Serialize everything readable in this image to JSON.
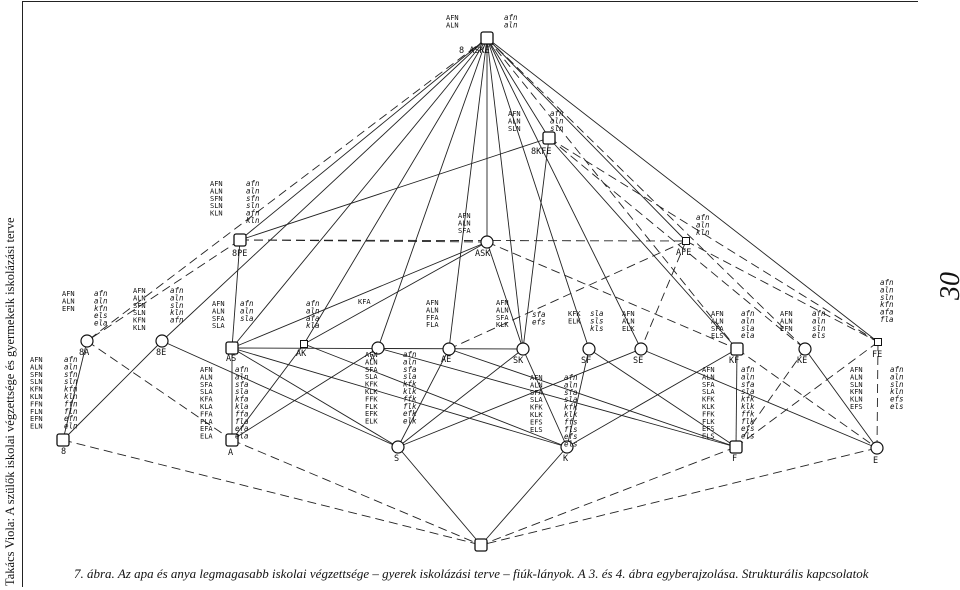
{
  "side_title": "Takács Viola: A szülők iskolai végzettsége és gyermekeik iskolázási terve",
  "page_number": "30",
  "caption": "7. ábra. Az apa és anya legmagasabb iskolai végzettsége – gyerek iskolázási terve – fiúk-lányok. A 3. és 4. ábra egyberajzolása. Strukturális kapcsolatok",
  "nodes": [
    {
      "id": "top",
      "label": "8 ASKE",
      "shape": "square",
      "attrs": [
        "AFN",
        "ALN"
      ],
      "objs": [
        "afn",
        "aln"
      ]
    },
    {
      "id": "skfe",
      "label": "8KFE",
      "shape": "square",
      "attrs": [
        "AFN",
        "ALN",
        "SLN"
      ],
      "objs": [
        "afn",
        "aln",
        "sln"
      ]
    },
    {
      "id": "spe",
      "label": "8PE",
      "shape": "square",
      "attrs": [
        "AFN",
        "ALN",
        "SFN",
        "SLN",
        "KLN"
      ],
      "objs": [
        "afn",
        "aln",
        "sfn",
        "sln",
        "afn",
        "kln"
      ]
    },
    {
      "id": "ask",
      "label": "ASK",
      "shape": "circle",
      "attrs": [
        "AFN",
        "ALN",
        "SFA"
      ],
      "objs": []
    },
    {
      "id": "afe",
      "label": "AFE",
      "shape": "small",
      "attrs": [],
      "objs": [
        "afn",
        "aln",
        "kln"
      ]
    },
    {
      "id": "fe",
      "label": "FE",
      "shape": "small",
      "attrs": [],
      "objs": [
        "afn",
        "aln",
        "sln",
        "kfn",
        "afa",
        "fla"
      ]
    },
    {
      "id": "sa",
      "label": "8A",
      "shape": "circle",
      "attrs": [
        "AFN",
        "ALN",
        "EFN"
      ],
      "objs": [
        "afn",
        "aln",
        "kfn",
        "els",
        "ela"
      ]
    },
    {
      "id": "se",
      "label": "8E",
      "shape": "circle",
      "attrs": [
        "AFN",
        "ALN",
        "SFN",
        "SLN",
        "KFN",
        "KLN"
      ],
      "objs": [
        "afn",
        "aln",
        "sln",
        "kln",
        "afn"
      ]
    },
    {
      "id": "as",
      "label": "AS",
      "shape": "square",
      "attrs": [
        "AFN",
        "ALN",
        "SFA",
        "SLA"
      ],
      "objs": [
        "afn",
        "aln",
        "sla"
      ]
    },
    {
      "id": "ak",
      "label": "AK",
      "shape": "small",
      "attrs": [],
      "objs": [
        "afn",
        "aln",
        "afa",
        "kla"
      ]
    },
    {
      "id": "ae",
      "label": "AE",
      "shape": "circle",
      "attrs": [
        "AFN",
        "ALN",
        "FFA",
        "FLA"
      ],
      "objs": []
    },
    {
      "id": "a",
      "label": "A",
      "shape": "circle",
      "attrs": [
        "KFA"
      ],
      "objs": []
    },
    {
      "id": "sk",
      "label": "SK",
      "shape": "circle",
      "attrs": [
        "AFN",
        "ALN",
        "SFA",
        "KLK"
      ],
      "objs": [
        "sfa",
        "efs"
      ]
    },
    {
      "id": "sf",
      "label": "SF",
      "shape": "circle",
      "attrs": [
        "KFK",
        "ELK"
      ],
      "objs": [
        "sla",
        "sls",
        "kls"
      ]
    },
    {
      "id": "sE",
      "label": "SE",
      "shape": "circle",
      "attrs": [
        "AFN",
        "ALN",
        "ELK"
      ],
      "objs": []
    },
    {
      "id": "kf",
      "label": "KF",
      "shape": "square",
      "attrs": [
        "AFN",
        "ALN",
        "SFA",
        "ELS"
      ],
      "objs": [
        "afn",
        "aln",
        "sla",
        "ela"
      ]
    },
    {
      "id": "ke",
      "label": "KE",
      "shape": "circle",
      "attrs": [
        "AFN",
        "ALN",
        "EFN"
      ],
      "objs": [
        "afn",
        "aln",
        "sln",
        "els"
      ]
    },
    {
      "id": "n8",
      "label": "8",
      "shape": "square",
      "attrs": [
        "AFN",
        "ALN",
        "SFN",
        "SLN",
        "KFN",
        "KLN",
        "FFN",
        "FLN",
        "EFN",
        "ELN"
      ],
      "objs": [
        "afn",
        "aln",
        "sfn",
        "sln",
        "kfn",
        "kln",
        "ffn",
        "fln",
        "efn",
        "eln"
      ]
    },
    {
      "id": "nA",
      "label": "A",
      "shape": "square",
      "attrs": [
        "AFN",
        "ALN",
        "SFA",
        "SLA",
        "KFA",
        "KLA",
        "FFA",
        "FLA",
        "EFA",
        "ELA"
      ],
      "objs": [
        "afn",
        "aln",
        "sfa",
        "sla",
        "kfa",
        "kla",
        "ffa",
        "fla",
        "efa",
        "ela"
      ]
    },
    {
      "id": "nS",
      "label": "S",
      "shape": "circle",
      "attrs": [
        "AFN",
        "ALN",
        "SFA",
        "SLA",
        "KFK",
        "KLK",
        "FFK",
        "FLK",
        "EFK",
        "ELK"
      ],
      "objs": [
        "afn",
        "aln",
        "sfa",
        "sla",
        "kfk",
        "klk",
        "ffk",
        "flk",
        "efk",
        "elk"
      ]
    },
    {
      "id": "nK",
      "label": "K",
      "shape": "circle",
      "attrs": [
        "AFN",
        "ALN",
        "SFA",
        "SLA",
        "KFK",
        "KLK",
        "EFS",
        "ELS"
      ],
      "objs": [
        "afn",
        "aln",
        "sfa",
        "sla",
        "kfk",
        "klk",
        "ffs",
        "fls",
        "efs",
        "els"
      ]
    },
    {
      "id": "nF",
      "label": "F",
      "shape": "square",
      "attrs": [
        "AFN",
        "ALN",
        "SFA",
        "SLA",
        "KFK",
        "KLK",
        "FFK",
        "FLK",
        "EFS",
        "ELS"
      ],
      "objs": [
        "afn",
        "aln",
        "sfa",
        "sla",
        "kfk",
        "klk",
        "ffk",
        "flk",
        "efs",
        "els"
      ]
    },
    {
      "id": "nE",
      "label": "E",
      "shape": "circle",
      "attrs": [
        "AFN",
        "ALN",
        "SLN",
        "KFN",
        "KLN",
        "EFS"
      ],
      "objs": [
        "afn",
        "aln",
        "sln",
        "kln",
        "efs",
        "els"
      ]
    },
    {
      "id": "bottom",
      "label": "",
      "shape": "square",
      "attrs": [],
      "objs": []
    }
  ],
  "edges": [
    [
      "top",
      "skfe",
      "solid"
    ],
    [
      "top",
      "spe",
      "solid"
    ],
    [
      "top",
      "ask",
      "solid"
    ],
    [
      "top",
      "afe",
      "solid"
    ],
    [
      "top",
      "fe",
      "solid"
    ],
    [
      "top",
      "sa",
      "dashed"
    ],
    [
      "top",
      "se",
      "solid"
    ],
    [
      "top",
      "as",
      "solid"
    ],
    [
      "top",
      "ak",
      "solid"
    ],
    [
      "top",
      "ae",
      "solid"
    ],
    [
      "top",
      "a",
      "solid"
    ],
    [
      "top",
      "sk",
      "solid"
    ],
    [
      "top",
      "sf",
      "solid"
    ],
    [
      "top",
      "sE",
      "solid"
    ],
    [
      "top",
      "kf",
      "dashed"
    ],
    [
      "top",
      "ke",
      "dashed"
    ],
    [
      "skfe",
      "spe",
      "solid"
    ],
    [
      "skfe",
      "sk",
      "solid"
    ],
    [
      "skfe",
      "kf",
      "solid"
    ],
    [
      "skfe",
      "ke",
      "dashed"
    ],
    [
      "skfe",
      "fe",
      "dashed"
    ],
    [
      "spe",
      "sa",
      "dashed"
    ],
    [
      "spe",
      "as",
      "solid"
    ],
    [
      "spe",
      "ask",
      "dashed"
    ],
    [
      "spe",
      "afe",
      "dashed"
    ],
    [
      "ask",
      "as",
      "solid"
    ],
    [
      "ask",
      "ak",
      "solid"
    ],
    [
      "ask",
      "sk",
      "solid"
    ],
    [
      "ask",
      "kf",
      "dashed"
    ],
    [
      "afe",
      "fe",
      "dashed"
    ],
    [
      "afe",
      "ae",
      "dashed"
    ],
    [
      "afe",
      "sE",
      "dashed"
    ],
    [
      "sa",
      "n8",
      "solid"
    ],
    [
      "sa",
      "nA",
      "dashed"
    ],
    [
      "se",
      "n8",
      "solid"
    ],
    [
      "se",
      "nS",
      "solid"
    ],
    [
      "as",
      "nA",
      "solid"
    ],
    [
      "as",
      "nS",
      "solid"
    ],
    [
      "as",
      "nK",
      "solid"
    ],
    [
      "as",
      "sk",
      "solid"
    ],
    [
      "ak",
      "nA",
      "solid"
    ],
    [
      "ak",
      "nK",
      "solid"
    ],
    [
      "ae",
      "nS",
      "solid"
    ],
    [
      "ae",
      "nF",
      "solid"
    ],
    [
      "a",
      "nA",
      "solid"
    ],
    [
      "a",
      "nF",
      "solid"
    ],
    [
      "sk",
      "nS",
      "solid"
    ],
    [
      "sk",
      "nK",
      "solid"
    ],
    [
      "sf",
      "nK",
      "solid"
    ],
    [
      "sf",
      "nF",
      "solid"
    ],
    [
      "sE",
      "nS",
      "solid"
    ],
    [
      "sE",
      "nE",
      "solid"
    ],
    [
      "kf",
      "nK",
      "solid"
    ],
    [
      "kf",
      "nF",
      "solid"
    ],
    [
      "kf",
      "nE",
      "dashed"
    ],
    [
      "ke",
      "nF",
      "dashed"
    ],
    [
      "ke",
      "nE",
      "solid"
    ],
    [
      "fe",
      "nE",
      "dashed"
    ],
    [
      "fe",
      "nF",
      "dashed"
    ],
    [
      "n8",
      "bottom",
      "dashed"
    ],
    [
      "nA",
      "bottom",
      "dashed"
    ],
    [
      "nS",
      "bottom",
      "solid"
    ],
    [
      "nK",
      "bottom",
      "solid"
    ],
    [
      "nF",
      "bottom",
      "dashed"
    ],
    [
      "nE",
      "bottom",
      "dashed"
    ]
  ]
}
